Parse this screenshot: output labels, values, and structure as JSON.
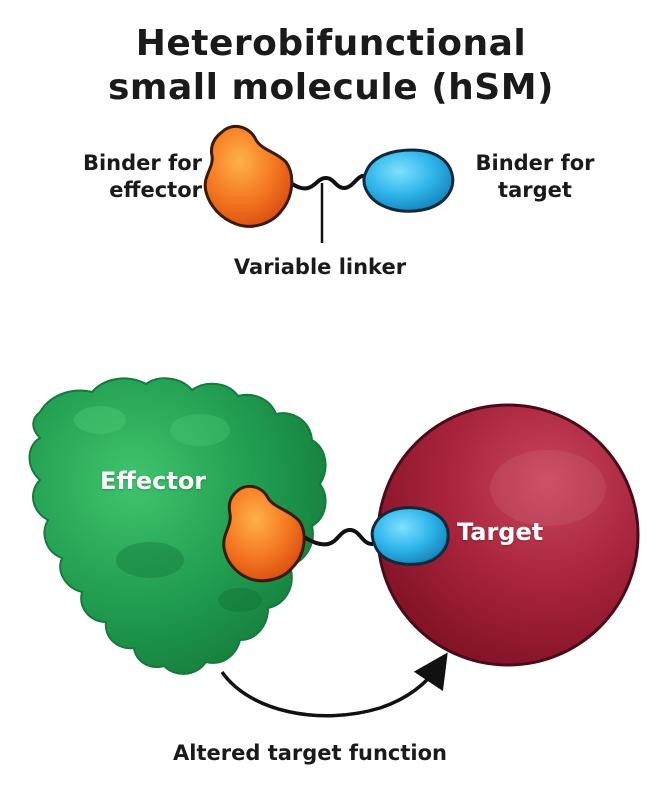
{
  "diagram": {
    "title_line1": "Heterobifunctional",
    "title_line2": "small molecule (hSM)",
    "binder_effector_line1": "Binder for",
    "binder_effector_line2": "effector",
    "binder_target_line1": "Binder for",
    "binder_target_line2": "target",
    "linker_label": "Variable linker",
    "effector_label": "Effector",
    "target_label": "Target",
    "altered_label": "Altered target function"
  },
  "colors": {
    "effector_green": "#1f9a4e",
    "effector_binder_orange": "#f26b1d",
    "target_binder_blue": "#29b6e8",
    "target_red": "#9b1b32",
    "outline_dark": "#2a1a10",
    "linker_black": "#111111"
  }
}
